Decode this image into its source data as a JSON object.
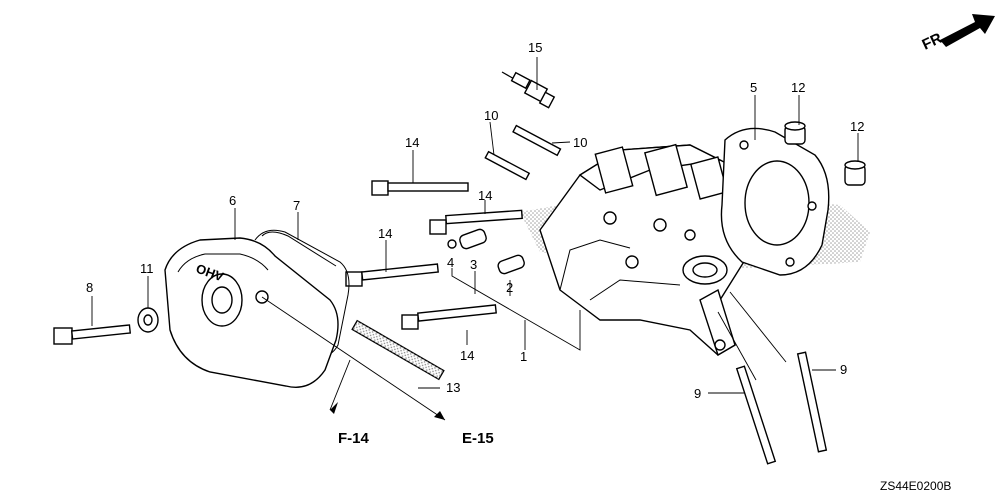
{
  "diagram": {
    "code": "ZS44E0200B",
    "front_marker": "FR.",
    "cover_text": "OHV",
    "references": {
      "f14": "F-14",
      "e15": "E-15"
    },
    "callouts": {
      "c15": "15",
      "c10a": "10",
      "c10b": "10",
      "c14a": "14",
      "c14b": "14",
      "c14c": "14",
      "c14d": "14",
      "c4": "4",
      "c3": "3",
      "c2": "2",
      "c1": "1",
      "c5": "5",
      "c12a": "12",
      "c12b": "12",
      "c6": "6",
      "c7": "7",
      "c8": "8",
      "c11": "11",
      "c13": "13",
      "c9a": "9",
      "c9b": "9"
    }
  }
}
